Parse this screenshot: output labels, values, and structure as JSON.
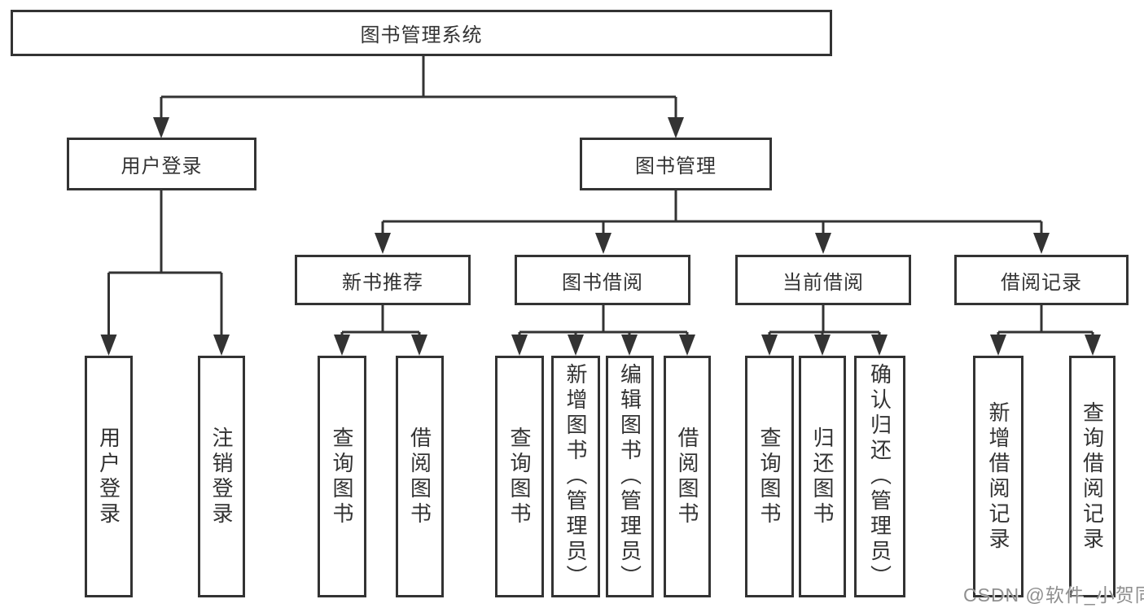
{
  "diagram": {
    "root": {
      "label": "图书管理系统"
    },
    "branches": [
      {
        "label": "用户登录",
        "children": [
          {
            "label": "用户登录"
          },
          {
            "label": "注销登录"
          }
        ]
      },
      {
        "label": "图书管理",
        "children": [
          {
            "label": "新书推荐",
            "children": [
              {
                "label": "查询图书"
              },
              {
                "label": "借阅图书"
              }
            ]
          },
          {
            "label": "图书借阅",
            "children": [
              {
                "label": "查询图书"
              },
              {
                "label": "新增图书（管理员）"
              },
              {
                "label": "编辑图书（管理员）"
              },
              {
                "label": "借阅图书"
              }
            ]
          },
          {
            "label": "当前借阅",
            "children": [
              {
                "label": "查询图书"
              },
              {
                "label": "归还图书"
              },
              {
                "label": "确认归还（管理员）"
              }
            ]
          },
          {
            "label": "借阅记录",
            "children": [
              {
                "label": "新增借阅记录"
              },
              {
                "label": "查询借阅记录"
              }
            ]
          }
        ]
      }
    ]
  },
  "watermark": {
    "text": "CSDN @软件_小贺同学",
    "color": "#8f8f8f"
  },
  "colors": {
    "line": "#333333",
    "box_border": "#333333",
    "text": "#333333",
    "background": "#ffffff"
  }
}
